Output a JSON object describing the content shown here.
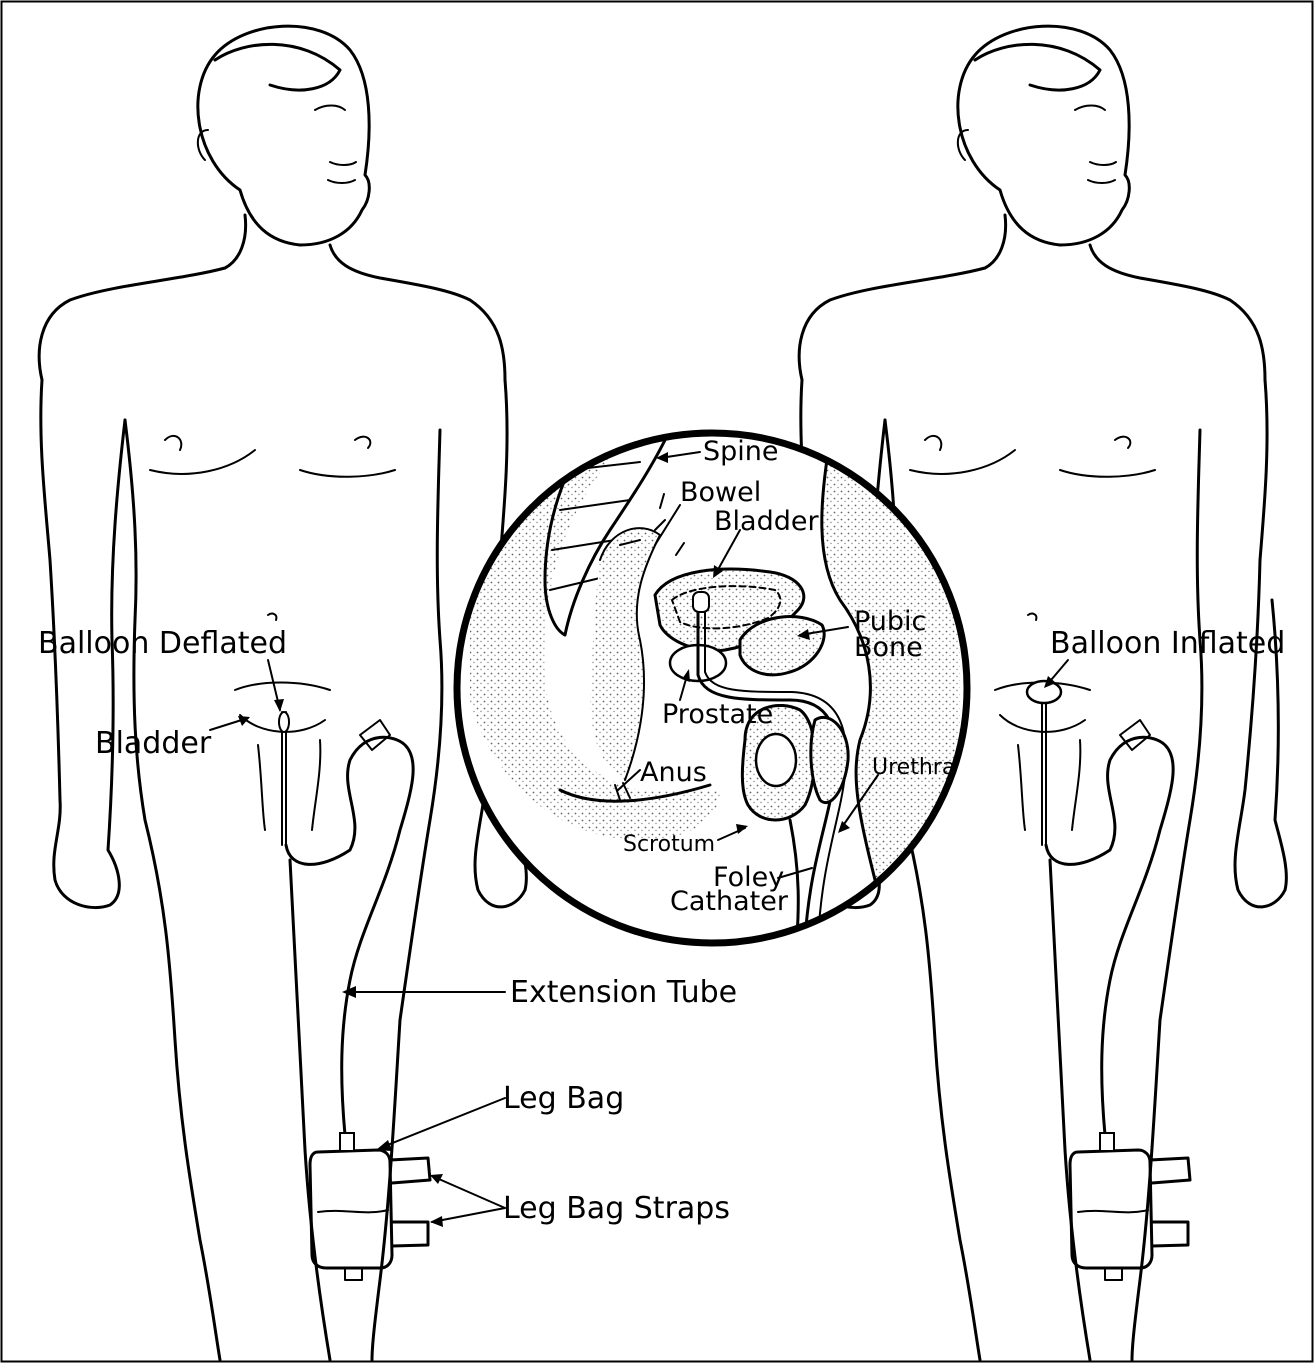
{
  "labels": {
    "balloon_deflated": "Balloon Deflated",
    "bladder_left": "Bladder",
    "balloon_inflated": "Balloon Inflated",
    "extension_tube": "Extension Tube",
    "leg_bag": "Leg Bag",
    "leg_bag_straps": "Leg Bag Straps"
  },
  "inset": {
    "spine": "Spine",
    "bowel": "Bowel",
    "bladder": "Bladder",
    "pubic_bone_1": "Pubic",
    "pubic_bone_2": "Bone",
    "prostate": "Prostate",
    "anus": "Anus",
    "urethra": "Urethra",
    "scrotum": "Scrotum",
    "foley_1": "Foley",
    "foley_2": "Cathater"
  }
}
